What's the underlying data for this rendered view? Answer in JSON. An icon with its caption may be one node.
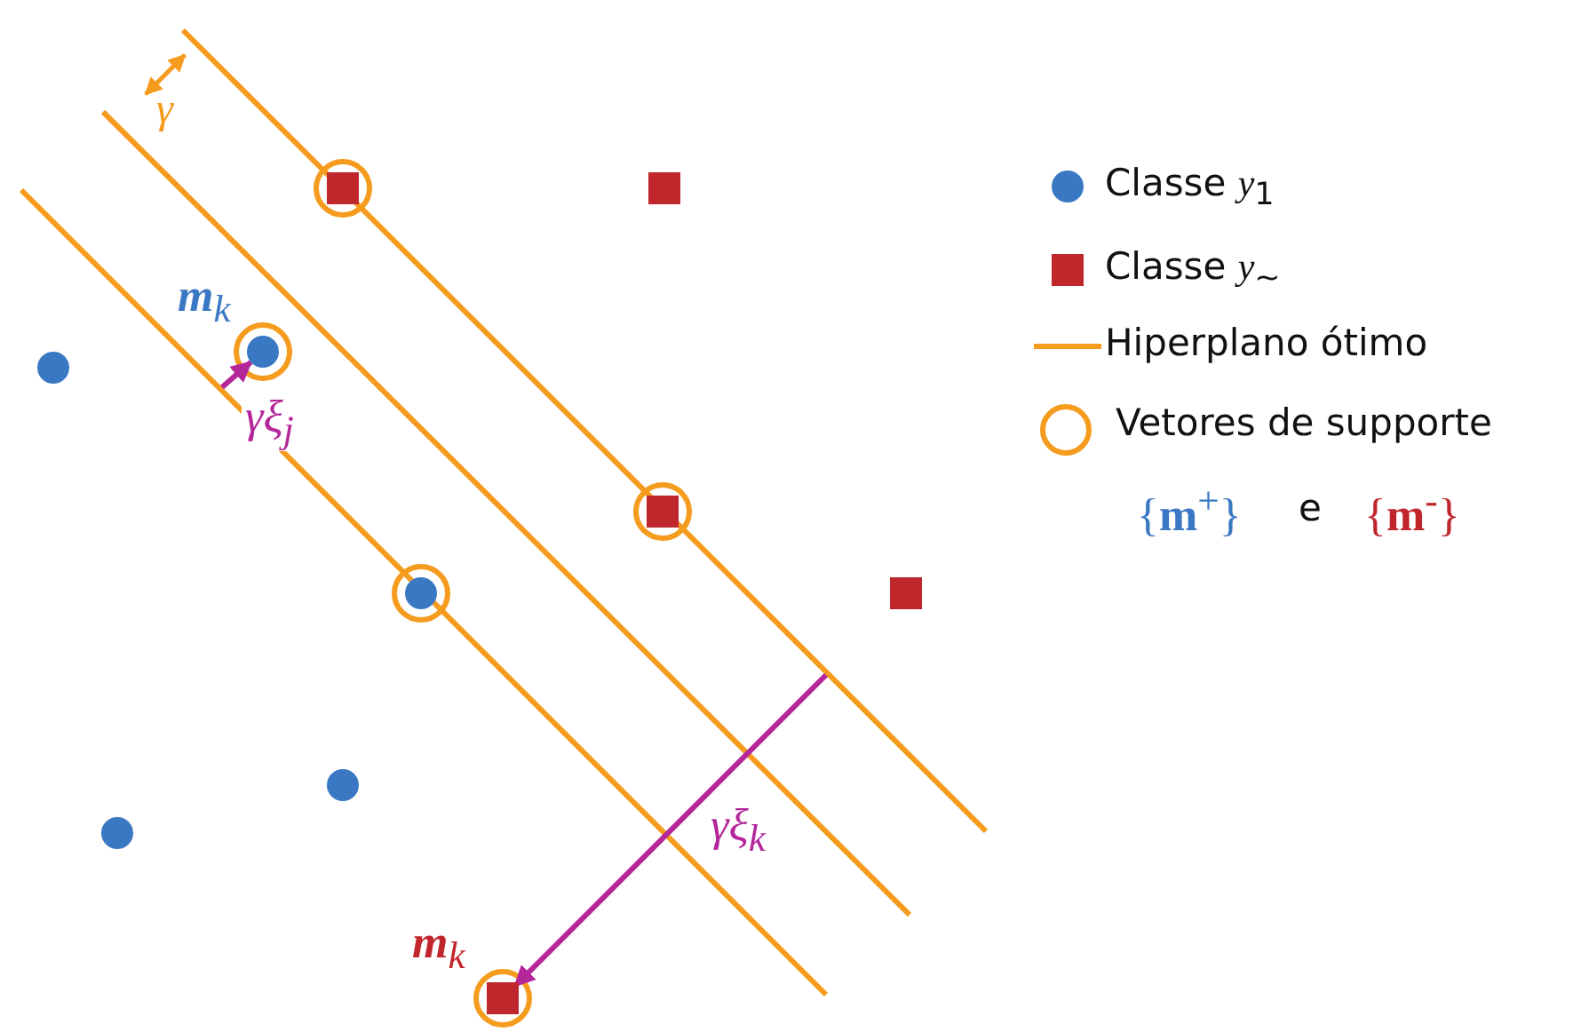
{
  "diagram": {
    "nodes": [
      {
        "text": [],
        "shape": "box"
      },
      {
        "text": [],
        "shape": "box"
      },
      {
        "text": [],
        "shape": "circle",
        "beside": [
          "**m**$_{k}$"
        ]
      },
      {
        "text": [],
        "shape": "circle"
      },
      {
        "text": [],
        "shape": "box"
      },
      {
        "text": [],
        "shape": "circle"
      },
      {
        "text": [],
        "shape": "box"
      },
      {
        "text": [],
        "shape": "circle"
      },
      {
        "text": [],
        "shape": "circle"
      },
      {
        "text": [],
        "shape": "box",
        "beside": [
          "**m**$_{k}$"
        ]
      }
    ],
    "edges": [
      {
        "from": null,
        "to": 2,
        "arrow": "to",
        "label": "γξ$_{j}$"
      },
      {
        "from": null,
        "to": 9,
        "arrow": "to",
        "label": "γξ$_{k}$"
      }
    ],
    "labels": [
      "γ",
      "{**m**$^{+}$}",
      "e",
      "{**m**$^{-}$}"
    ],
    "legend": [
      {
        "text": "Classe *y*$_{1}$",
        "color": "#3a78c3"
      },
      {
        "text": "Classe *y*$_{~}$",
        "color": "#c0272d"
      },
      {
        "text": "Hiperplano ótimo"
      },
      {
        "text": "Vetores de supporte"
      }
    ]
  }
}
